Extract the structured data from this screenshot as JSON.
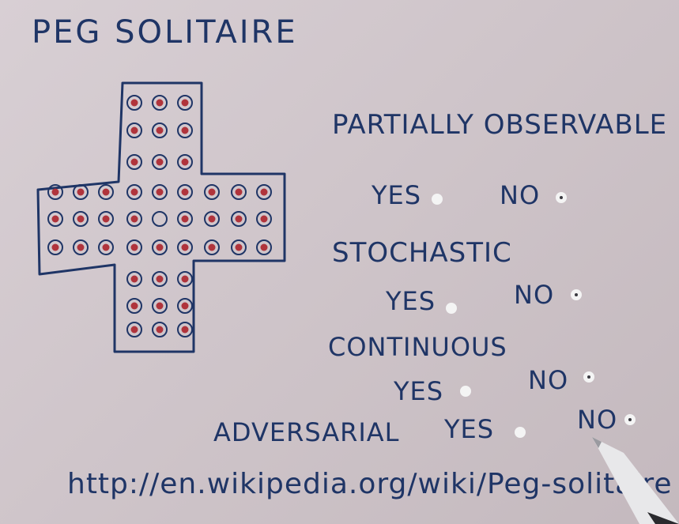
{
  "title": "PEG SOLITAIRE",
  "questions": [
    {
      "label": "PARTIALLY OBSERVABLE",
      "yes": "YES",
      "no": "NO"
    },
    {
      "label": "STOCHASTIC",
      "yes": "YES",
      "no": "NO"
    },
    {
      "label": "CONTINUOUS",
      "yes": "YES",
      "no": "NO"
    },
    {
      "label": "ADVERSARIAL",
      "yes": "YES",
      "no": "NO"
    }
  ],
  "url": "http://en.wikipedia.org/wiki/Peg-solitaire",
  "colors": {
    "ink": "#1f3566",
    "peg": "#b0343c",
    "radio": "#f4f4f4"
  }
}
